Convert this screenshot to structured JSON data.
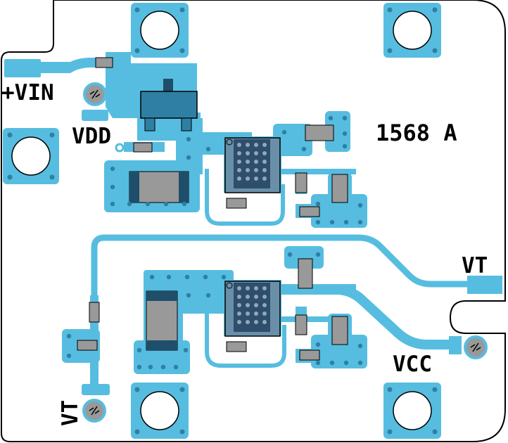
{
  "board": {
    "id_label": "1568 A"
  },
  "labels": {
    "vin": "+VIN",
    "vdd": "VDD",
    "vt_right": "VT",
    "vcc": "VCC",
    "vt_bottom": "VT"
  },
  "colors": {
    "copper": "#56bde0",
    "copper_dark": "#2f7fa4",
    "component": "#999999",
    "component_dark": "#1f4e6b",
    "outline": "#000000",
    "background": "#ffffff"
  }
}
